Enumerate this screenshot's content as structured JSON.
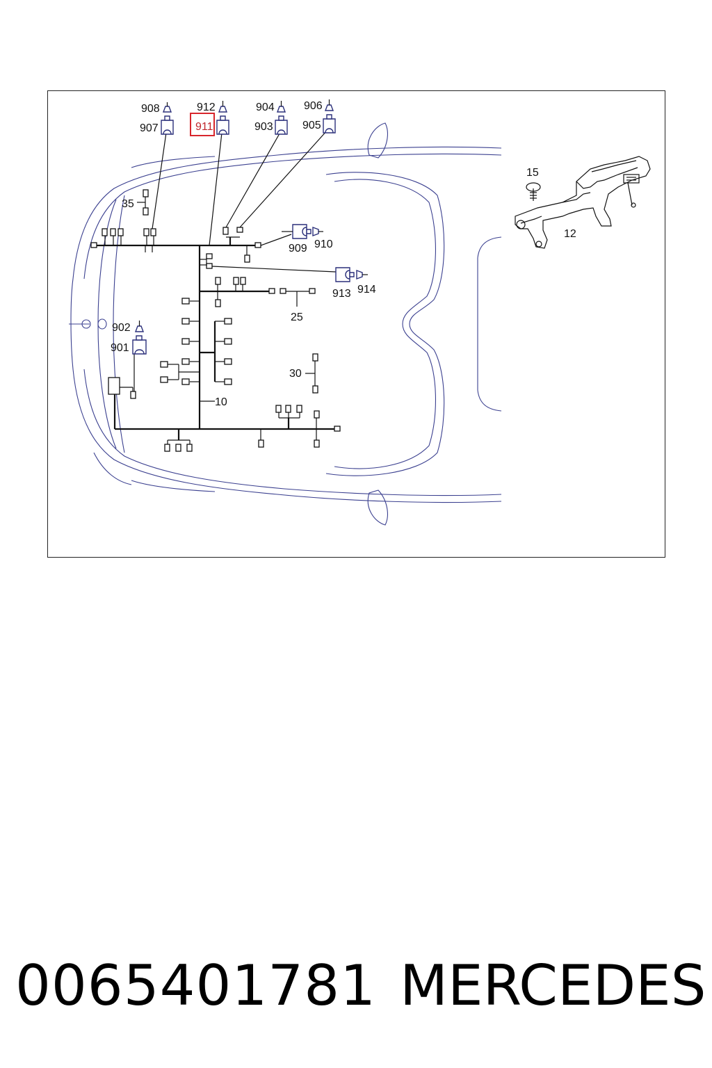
{
  "diagram": {
    "callouts": {
      "c908": "908",
      "c907": "907",
      "c912": "912",
      "c911": "911",
      "c904": "904",
      "c903": "903",
      "c906": "906",
      "c905": "905",
      "c35": "35",
      "c909": "909",
      "c910": "910",
      "c913": "913",
      "c914": "914",
      "c25": "25",
      "c902": "902",
      "c901": "901",
      "c30": "30",
      "c10": "10",
      "c15": "15",
      "c12": "12"
    },
    "highlighted_callout": "911",
    "colors": {
      "highlight": "#d8262c",
      "car_outline": "#3a3f8f",
      "wiring": "#111111"
    }
  },
  "footer": {
    "part_number": "0065401781",
    "brand": "MERCEDES"
  }
}
